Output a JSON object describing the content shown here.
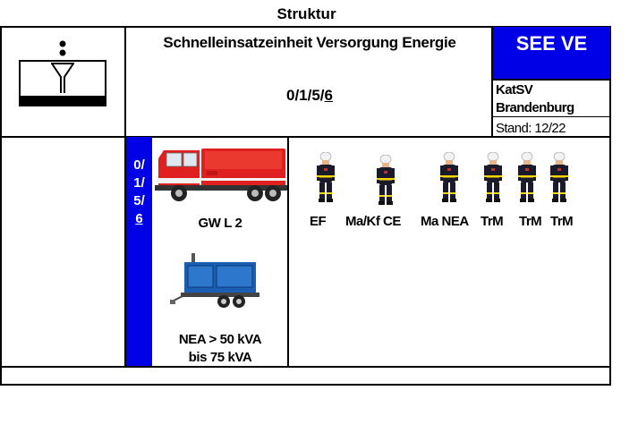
{
  "page_title": "Struktur",
  "header": {
    "unit_name": "Schnelleinsatzeinheit Versorgung Energie",
    "strength_prefix": "0/1/5/",
    "strength_total": "6",
    "abbreviation": "SEE VE",
    "org_line1": "KatSV",
    "org_line2": "Brandenburg",
    "stand": "Stand: 12/22"
  },
  "strength_column": {
    "lines": [
      "0/",
      "1/",
      "5/"
    ],
    "total": "6"
  },
  "vehicles": [
    {
      "label": "GW L 2"
    },
    {
      "label_line1": "NEA > 50 kVA",
      "label_line2": "bis 75 kVA"
    }
  ],
  "crew": [
    "EF",
    "Ma/Kf CE",
    "Ma NEA",
    "TrM",
    "TrM",
    "TrM"
  ],
  "colors": {
    "accent_blue": "#0000e6",
    "vehicle_red": "#e02020",
    "generator_blue": "#1a5fb4",
    "uniform_dark": "#1a1a2a",
    "reflective_yellow": "#f5d400"
  },
  "icons": [
    "tactical-symbol-icon",
    "truck-icon",
    "generator-trailer-icon",
    "firefighter-icon"
  ]
}
